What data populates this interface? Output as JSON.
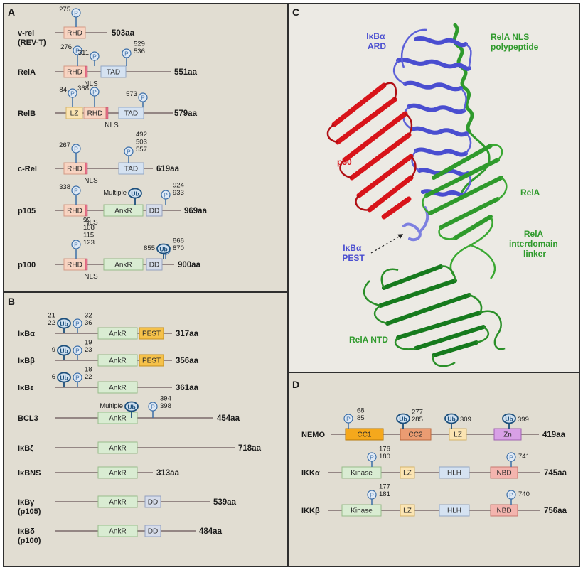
{
  "panels": {
    "A": {
      "letter": "A",
      "proteins": [
        {
          "name": "v-rel",
          "name2": "(REV-T)",
          "length": "503aa",
          "domains": [
            {
              "label": "RHD",
              "type": "rhd"
            }
          ],
          "nls": false,
          "p_sites": [
            "275"
          ],
          "ub": []
        },
        {
          "name": "RelA",
          "length": "551aa",
          "domains": [
            {
              "label": "RHD",
              "type": "rhd"
            },
            {
              "label": "TAD",
              "type": "tad"
            }
          ],
          "nls": true,
          "nls_label": "NLS",
          "p_sites": [
            "276",
            "311",
            "529\n536"
          ],
          "ub": []
        },
        {
          "name": "RelB",
          "length": "579aa",
          "domains": [
            {
              "label": "LZ",
              "type": "lz"
            },
            {
              "label": "RHD",
              "type": "rhd"
            },
            {
              "label": "TAD",
              "type": "tad"
            }
          ],
          "nls": true,
          "nls_label": "NLS",
          "p_sites": [
            "84",
            "368",
            "573"
          ],
          "ub": []
        },
        {
          "name": "c-Rel",
          "length": "619aa",
          "domains": [
            {
              "label": "RHD",
              "type": "rhd"
            },
            {
              "label": "TAD",
              "type": "tad"
            }
          ],
          "nls": true,
          "nls_label": "NLS",
          "p_sites": [
            "267",
            "492\n503\n557"
          ],
          "ub": []
        },
        {
          "name": "p105",
          "length": "969aa",
          "domains": [
            {
              "label": "RHD",
              "type": "rhd"
            },
            {
              "label": "AnkR",
              "type": "ankr"
            },
            {
              "label": "DD",
              "type": "dd"
            }
          ],
          "nls": true,
          "nls_label": "NLS",
          "p_sites": [
            "338",
            "924\n933"
          ],
          "ub": [
            {
              "label": "Multiple",
              "mark": "Ub"
            }
          ]
        },
        {
          "name": "p100",
          "length": "900aa",
          "domains": [
            {
              "label": "RHD",
              "type": "rhd"
            },
            {
              "label": "AnkR",
              "type": "ankr"
            },
            {
              "label": "DD",
              "type": "dd"
            }
          ],
          "nls": true,
          "nls_label": "NLS",
          "p_sites": [
            "99\n108\n115\n123",
            "866\n870"
          ],
          "ub": [
            {
              "label": "855",
              "mark": "Ub"
            }
          ]
        }
      ]
    },
    "B": {
      "letter": "B",
      "proteins": [
        {
          "name": "IκBα",
          "length": "317aa",
          "domains": [
            {
              "label": "AnkR",
              "type": "ankr"
            },
            {
              "label": "PEST",
              "type": "pest"
            }
          ],
          "ub": [
            {
              "label": "21\n22",
              "mark": "Ub"
            }
          ],
          "p_sites": [
            "32\n36"
          ]
        },
        {
          "name": "IκBβ",
          "length": "356aa",
          "domains": [
            {
              "label": "AnkR",
              "type": "ankr"
            },
            {
              "label": "PEST",
              "type": "pest"
            }
          ],
          "ub": [
            {
              "label": "9",
              "mark": "Ub"
            }
          ],
          "p_sites": [
            "19\n23"
          ]
        },
        {
          "name": "IκBε",
          "length": "361aa",
          "domains": [
            {
              "label": "AnkR",
              "type": "ankr"
            }
          ],
          "ub": [
            {
              "label": "6",
              "mark": "Ub"
            }
          ],
          "p_sites": [
            "18\n22"
          ]
        },
        {
          "name": "BCL3",
          "length": "454aa",
          "domains": [
            {
              "label": "AnkR",
              "type": "ankr"
            }
          ],
          "ub": [
            {
              "label": "Multiple",
              "mark": "Ub"
            }
          ],
          "p_sites": [
            "394\n398"
          ]
        },
        {
          "name": "IκBζ",
          "length": "718aa",
          "domains": [
            {
              "label": "AnkR",
              "type": "ankr"
            }
          ],
          "ub": [],
          "p_sites": []
        },
        {
          "name": "IκBNS",
          "length": "313aa",
          "domains": [
            {
              "label": "AnkR",
              "type": "ankr"
            }
          ],
          "ub": [],
          "p_sites": []
        },
        {
          "name": "IκBγ",
          "name2": "(p105)",
          "length": "539aa",
          "domains": [
            {
              "label": "AnkR",
              "type": "ankr"
            },
            {
              "label": "DD",
              "type": "dd"
            }
          ],
          "ub": [],
          "p_sites": []
        },
        {
          "name": "IκBδ",
          "name2": "(p100)",
          "length": "484aa",
          "domains": [
            {
              "label": "AnkR",
              "type": "ankr"
            },
            {
              "label": "DD",
              "type": "dd"
            }
          ],
          "ub": [],
          "p_sites": []
        }
      ]
    },
    "C": {
      "letter": "C",
      "labels": {
        "ikba_ard": "IκBα\nARD",
        "rela_nls": "RelA NLS\npolypeptide",
        "p50": "p50",
        "rela": "RelA",
        "ikba_pest": "IκBα\nPEST",
        "rela_linker": "RelA\ninterdomain\nlinker",
        "rela_ntd": "RelA NTD"
      }
    },
    "D": {
      "letter": "D",
      "proteins": [
        {
          "name": "NEMO",
          "length": "419aa",
          "domains": [
            {
              "label": "CC1",
              "type": "cc1"
            },
            {
              "label": "CC2",
              "type": "cc2"
            },
            {
              "label": "LZ",
              "type": "lz"
            },
            {
              "label": "Zn",
              "type": "zn"
            }
          ],
          "p_sites": [
            "68\n85"
          ],
          "ub": [
            {
              "label": "277\n285",
              "mark": "Ub"
            },
            {
              "label": "309",
              "mark": "Ub"
            },
            {
              "label": "399",
              "mark": "Ub"
            }
          ]
        },
        {
          "name": "IKKα",
          "length": "745aa",
          "domains": [
            {
              "label": "Kinase",
              "type": "kinase"
            },
            {
              "label": "LZ",
              "type": "lz"
            },
            {
              "label": "HLH",
              "type": "hlh"
            },
            {
              "label": "NBD",
              "type": "nbd"
            }
          ],
          "p_sites": [
            "176\n180",
            "741"
          ],
          "ub": []
        },
        {
          "name": "IKKβ",
          "length": "756aa",
          "domains": [
            {
              "label": "Kinase",
              "type": "kinase"
            },
            {
              "label": "LZ",
              "type": "lz"
            },
            {
              "label": "HLH",
              "type": "hlh"
            },
            {
              "label": "NBD",
              "type": "nbd"
            }
          ],
          "p_sites": [
            "177\n181",
            "740"
          ],
          "ub": []
        }
      ]
    }
  },
  "symbols": {
    "phospho": "P",
    "ubiquitin": "Ub"
  },
  "colors": {
    "panel_bg": "#e1ddd2",
    "panel_c_bg": "#eceae4",
    "frame": "#2e2e2e",
    "backbone": "#7a6a6a",
    "site_blue": "#3b6ea8",
    "ub_blue": "#1c4f7c",
    "rhd": "#f8d4c2",
    "rhd_border": "#d39a86",
    "tad": "#d5e2f1",
    "tad_border": "#93a8c5",
    "lz": "#fbe4b2",
    "lz_border": "#d4b36a",
    "ankr": "#d9ecd2",
    "ankr_border": "#96bc8a",
    "dd": "#d6dcea",
    "dd_border": "#93a0bd",
    "pest": "#f5c14a",
    "pest_border": "#c58f1c",
    "cc1": "#f5a81c",
    "cc1_border": "#b8790a",
    "cc2": "#eb9c72",
    "cc2_border": "#b8683e",
    "zn": "#d8a0e6",
    "zn_border": "#9f62b0",
    "kinase": "#d9ecd2",
    "kinase_border": "#96bc8a",
    "hlh": "#d5e2f1",
    "hlh_border": "#93a8c5",
    "nbd": "#f3b4ae",
    "nbd_border": "#c7766d",
    "ikba_blue": "#4a4ed0",
    "p50_red": "#d8141a",
    "rela_green": "#2f9a2c",
    "rela_dark": "#167a1d"
  }
}
